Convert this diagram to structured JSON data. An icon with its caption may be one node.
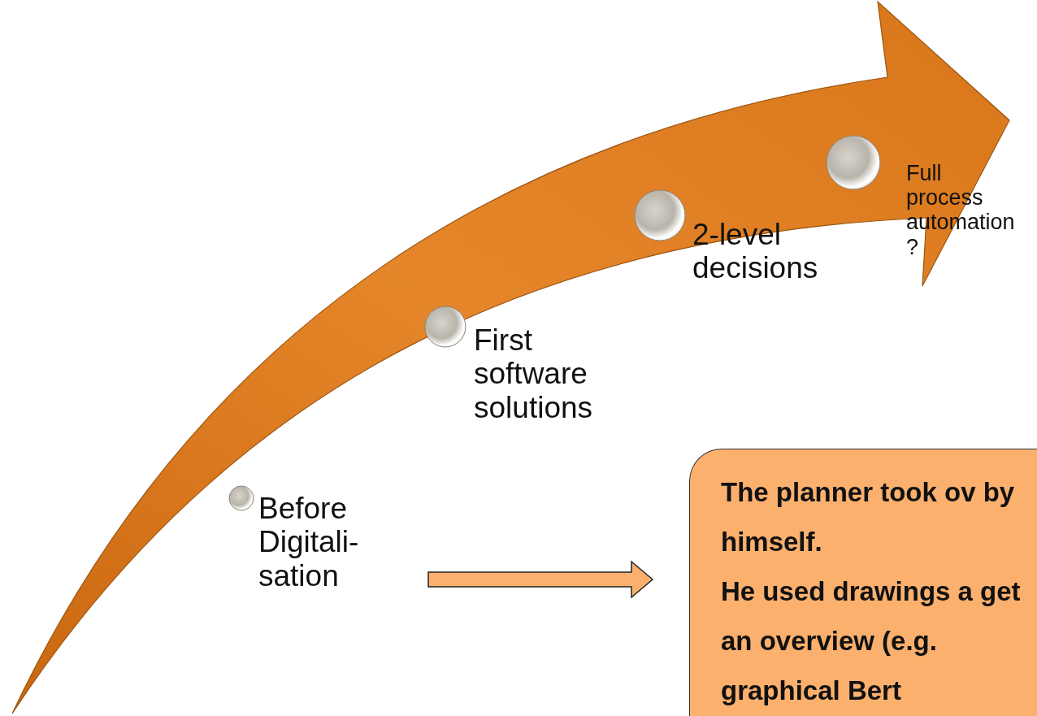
{
  "diagram": {
    "nodes": [
      {
        "text": [
          "Before Digitali- sation"
        ]
      },
      {
        "text": [
          "First software solutions"
        ]
      },
      {
        "text": [
          "2-level decisions"
        ]
      },
      {
        "text": [
          "Full process automation ?"
        ]
      },
      {
        "text": [
          "The planner took ov by himself.",
          "He used drawings a get an overview (e.g. graphical Bert"
        ]
      }
    ],
    "edges": [
      {
        "from": 0,
        "to": 4,
        "arrow": "to"
      }
    ]
  }
}
